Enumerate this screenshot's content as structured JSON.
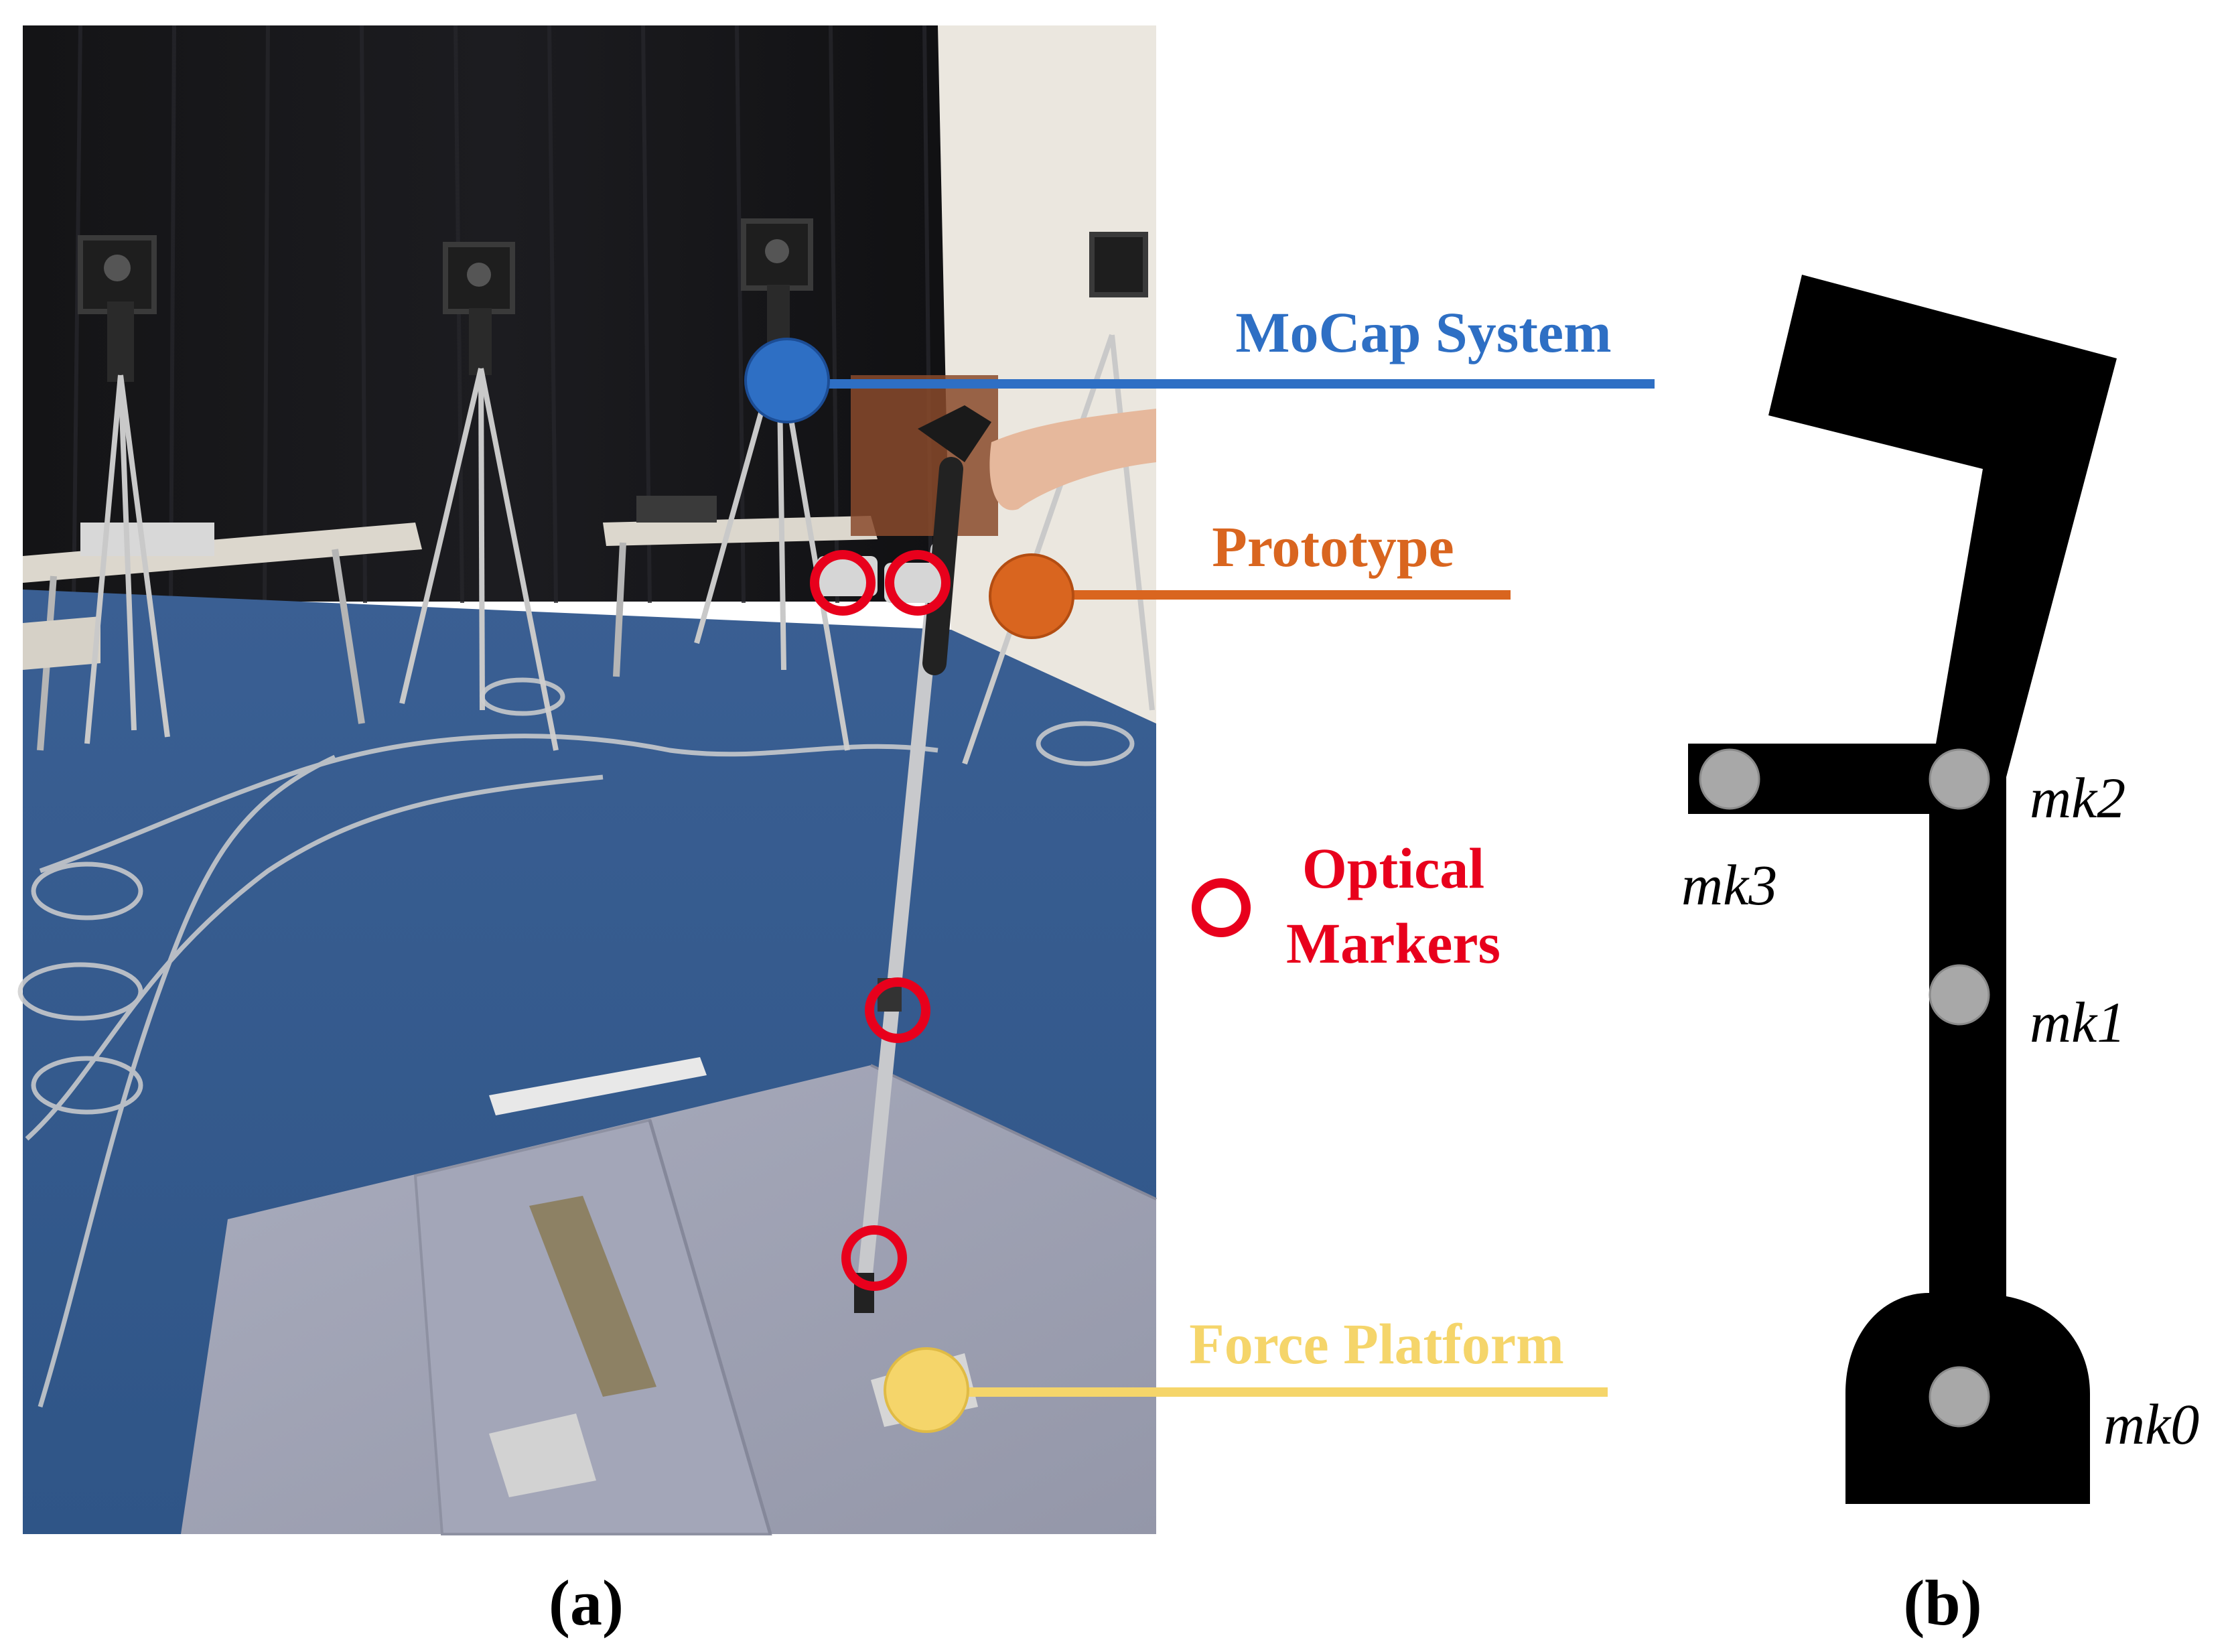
{
  "panel_a": {
    "caption": "(a)",
    "labels": {
      "mocap": "MoCap System",
      "prototype": "Prototype",
      "markers_line1": "Optical",
      "markers_line2": "Markers",
      "force": "Force Platform"
    }
  },
  "panel_b": {
    "caption": "(b)",
    "markers": [
      "mk0",
      "mk1",
      "mk2",
      "mk3"
    ]
  },
  "colors": {
    "mocap": "#2e6fc4",
    "prototype": "#d9651f",
    "markers": "#e8001c",
    "force": "#f5d56a",
    "crutch": "#000000",
    "marker_fill": "#a8a8a8"
  }
}
